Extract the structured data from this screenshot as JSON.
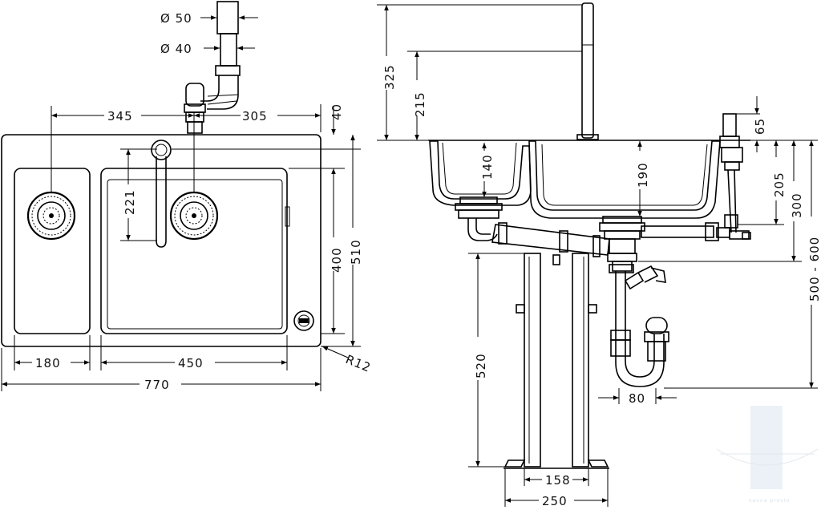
{
  "top_view": {
    "dims": {
      "d50": "Ø 50",
      "d40": "Ø 40",
      "w345": "345",
      "w305": "305",
      "h40": "40",
      "h221": "221",
      "h400": "400",
      "h510": "510",
      "w180": "180",
      "w450": "450",
      "w770": "770",
      "r12": "R12"
    }
  },
  "side_view": {
    "dims": {
      "h325": "325",
      "h215": "215",
      "h140": "140",
      "h190": "190",
      "h65": "65",
      "h205": "205",
      "h300": "300",
      "h600": "500 - 600",
      "h520": "520",
      "w80": "80",
      "w158": "158",
      "w250": "250"
    }
  },
  "watermark": {
    "text": "vanna prosto"
  },
  "colors": {
    "line": "#000000",
    "background": "#ffffff",
    "watermark": "#c9d6e3"
  }
}
